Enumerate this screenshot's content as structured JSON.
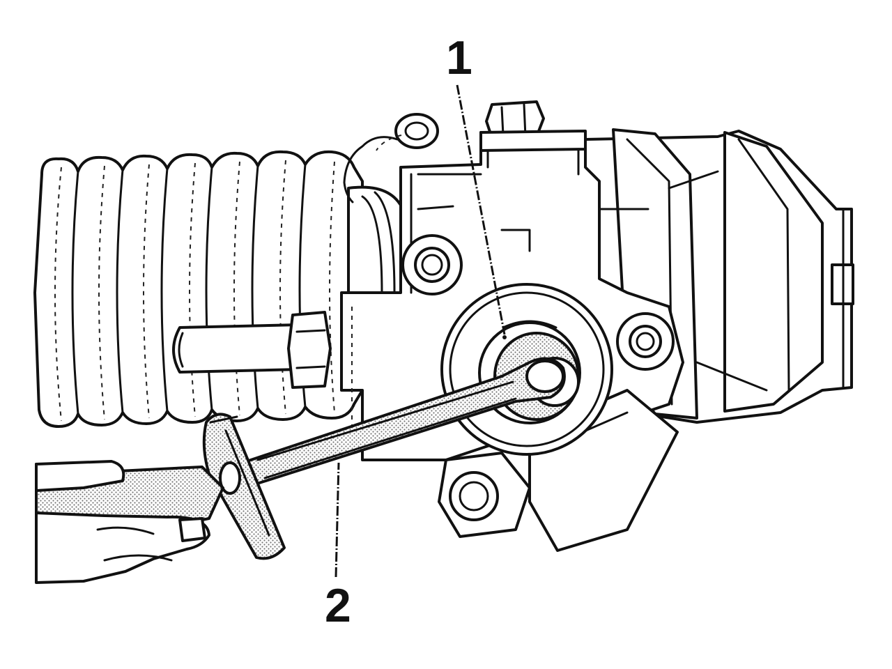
{
  "figure": {
    "callouts": [
      {
        "id": "1",
        "label": "1"
      },
      {
        "id": "2",
        "label": "2"
      }
    ],
    "colors": {
      "line": "#111111",
      "background": "#ffffff",
      "stipple": "#9a9a9a"
    }
  }
}
